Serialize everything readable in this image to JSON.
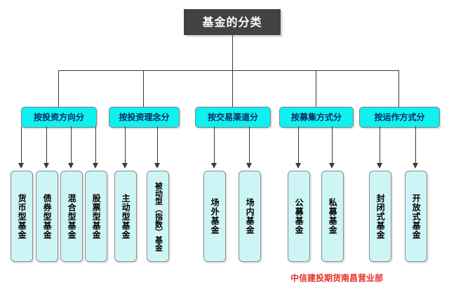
{
  "diagram": {
    "root": {
      "label": "基金的分类"
    },
    "categories": [
      {
        "label": "按投资方向分"
      },
      {
        "label": "按投资理念分"
      },
      {
        "label": "按交易渠道分"
      },
      {
        "label": "按募集方式分"
      },
      {
        "label": "按运作方式分"
      }
    ],
    "leaves": [
      {
        "label": "货币型基金"
      },
      {
        "label": "债券型基金"
      },
      {
        "label": "混合型基金"
      },
      {
        "label": "股票型基金"
      },
      {
        "label": "主动型基金"
      },
      {
        "label": "被动型（指数）基金"
      },
      {
        "label": "场外基金"
      },
      {
        "label": "场内基金"
      },
      {
        "label": "公募基金"
      },
      {
        "label": "私募基金"
      },
      {
        "label": "封闭式基金"
      },
      {
        "label": "开放式基金"
      }
    ],
    "footer": {
      "label": "中信建投期货南昌营业部"
    },
    "colors": {
      "root_fill": "#424242",
      "root_text": "#FFFFFF",
      "category_fill": "#0FF0F0",
      "category_text": "#0B2A5B",
      "leaf_fill": "#CEF5F6",
      "leaf_text": "#000000",
      "connector": "#3A3A3A",
      "footer_text": "#E8312A",
      "background": "#FFFFFF"
    }
  }
}
